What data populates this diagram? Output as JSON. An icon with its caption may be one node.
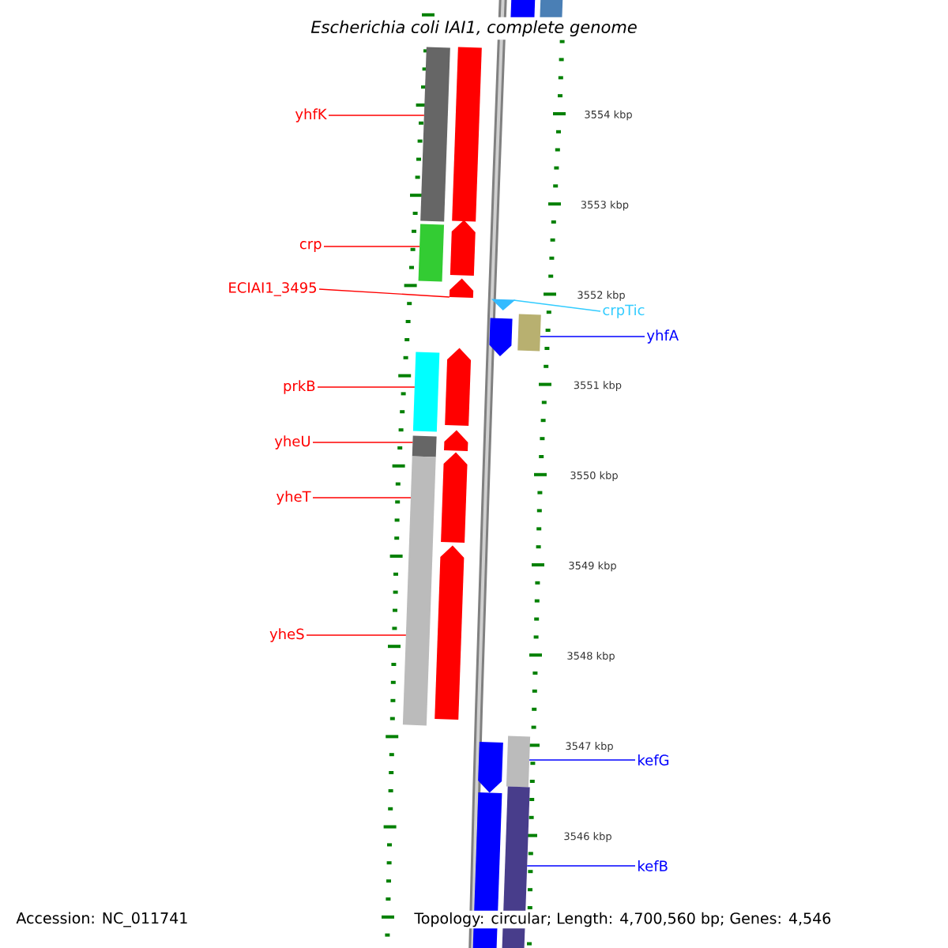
{
  "diagram": {
    "title": "Escherichia coli IAI1, complete genome",
    "nodes": [
      {
        "text": [
          "yhfK"
        ]
      },
      {
        "text": [
          "crp"
        ]
      },
      {
        "text": [
          "ECIAI1_3495"
        ]
      },
      {
        "text": [
          "prkB"
        ]
      },
      {
        "text": [
          "yheU"
        ]
      },
      {
        "text": [
          "yheT"
        ]
      },
      {
        "text": [
          "yheS"
        ]
      },
      {
        "text": [
          "crpTic"
        ]
      },
      {
        "text": [
          "yhfA"
        ]
      },
      {
        "text": [
          "kefG"
        ]
      },
      {
        "text": [
          "kefB"
        ]
      },
      {
        "text": [],
        "shape": "bar"
      },
      {
        "text": [],
        "shape": "bar"
      },
      {
        "text": [],
        "shape": "bar"
      },
      {
        "text": [],
        "shape": "bar"
      },
      {
        "text": [],
        "shape": "bar"
      },
      {
        "text": [],
        "shape": "bar"
      },
      {
        "text": [],
        "shape": "bar"
      },
      {
        "text": [],
        "shape": "bar"
      },
      {
        "text": [],
        "shape": "bar"
      },
      {
        "text": [],
        "shape": "bar"
      },
      {
        "text": [],
        "shape": "bar"
      },
      {
        "text": [],
        "shape": "bar"
      },
      {
        "text": [],
        "shape": "triangle"
      },
      {
        "text": [],
        "shape": "bar"
      },
      {
        "text": [],
        "shape": "bar"
      },
      {
        "text": [],
        "shape": "bar"
      },
      {
        "text": [],
        "shape": "bar"
      },
      {
        "text": [],
        "shape": "bar"
      },
      {
        "text": [],
        "shape": "bar"
      },
      {
        "text": [],
        "shape": "bar"
      },
      {
        "text": [],
        "shape": "bar"
      }
    ],
    "edges": [
      {
        "from": 0,
        "to": 11,
        "arrow": "none"
      },
      {
        "from": 1,
        "to": 12,
        "arrow": "none"
      },
      {
        "from": 2,
        "to": 18,
        "arrow": "none"
      },
      {
        "from": 3,
        "to": 13,
        "arrow": "none"
      },
      {
        "from": 4,
        "to": 14,
        "arrow": "none"
      },
      {
        "from": 5,
        "to": 15,
        "arrow": "none"
      },
      {
        "from": 6,
        "to": 15,
        "arrow": "none"
      },
      {
        "from": 7,
        "to": 23,
        "arrow": "none",
        "color": "#33ccff"
      },
      {
        "from": 8,
        "to": 25,
        "arrow": "none",
        "color": "#0000ff"
      },
      {
        "from": 9,
        "to": 28,
        "arrow": "none",
        "color": "#0000ff"
      },
      {
        "from": 10,
        "to": 29,
        "arrow": "none",
        "color": "#0000ff"
      }
    ],
    "labels": [
      "3554 kbp",
      "3553 kbp",
      "3552 kbp",
      "3551 kbp",
      "3550 kbp",
      "3549 kbp",
      "3548 kbp",
      "3547 kbp",
      "3546 kbp",
      "Accession: NC_011741",
      "Topology: circular; Length: 4,700,560 bp; Genes: 4,546"
    ]
  }
}
